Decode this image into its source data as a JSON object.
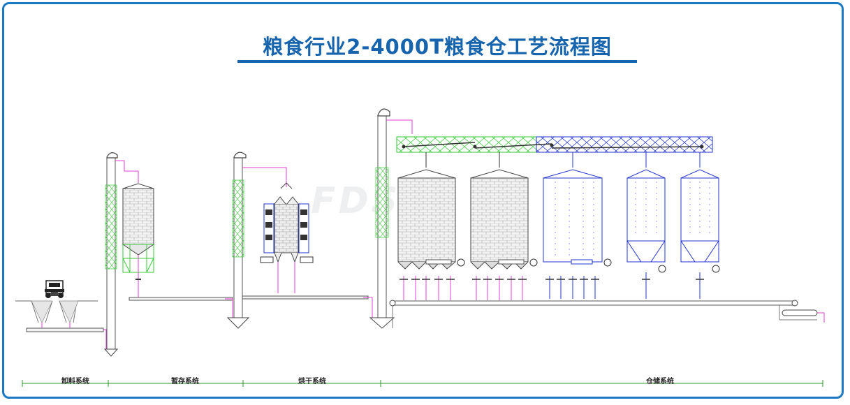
{
  "title": "粮食行业2-4000T粮食仓工艺流程图",
  "watermark": "FDSP",
  "sections": [
    {
      "label": "卸料系统"
    },
    {
      "label": "暂存系统"
    },
    {
      "label": "烘干系统"
    },
    {
      "label": "仓储系统"
    }
  ],
  "colors": {
    "frame": "#1b79c4",
    "title": "#1664ad",
    "equipment": "#555555",
    "flow_line": "#e040d0",
    "support_green": "#38c838",
    "storage_blue": "#2233cc",
    "dimension_green": "#2a9a2a"
  }
}
